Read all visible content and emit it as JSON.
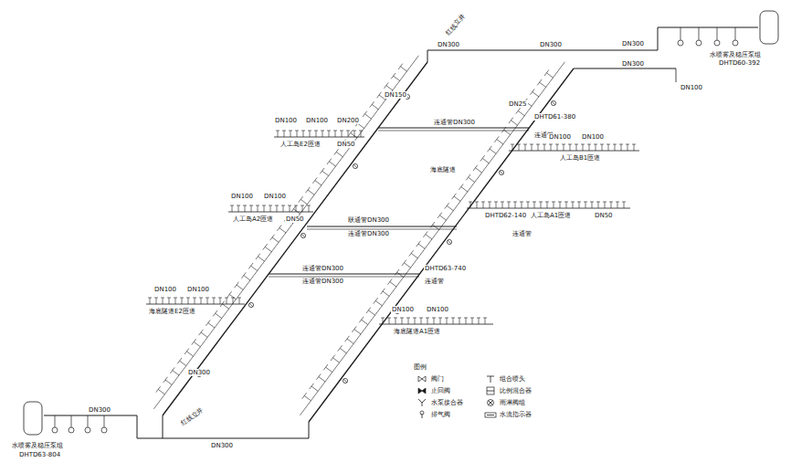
{
  "diagram": {
    "labels": [
      "DN300",
      "红线立井",
      "DN300",
      "DN300",
      "DN300",
      "水喷雾及稳压泵组",
      "DHTD60-392",
      "DN100",
      "DN100",
      "DN100",
      "DN200",
      "人工岛E2匝道",
      "DN50",
      "连通管DN300",
      "DHTD61-380",
      "连通管",
      "DN100",
      "DN100",
      "人工岛B1匝道",
      "海底隧道",
      "DN100",
      "DN100",
      "人工岛A2匝道",
      "DN50",
      "联通管DN300",
      "连通管DN300",
      "DHTD62-140",
      "人工岛A1匝道",
      "DN50",
      "连通管",
      "连通管DN300",
      "连通管DN300",
      "DHTD63-740",
      "连通管",
      "DN100",
      "DN100",
      "海底隧道E2匝道",
      "DN100",
      "DN100",
      "海底隧道A1匝道",
      "DN300",
      "红线立井",
      "DN300",
      "DN300",
      "水喷雾及稳压泵组",
      "DHTD63-804",
      "图例",
      "DN150",
      "DN25"
    ],
    "legend": [
      {
        "text": "阀门"
      },
      {
        "text": "止回阀"
      },
      {
        "text": "水泵接合器"
      },
      {
        "text": "排气阀"
      },
      {
        "text": "组合喷头"
      },
      {
        "text": "比例混合器"
      },
      {
        "text": "雨淋阀组"
      },
      {
        "text": "水流指示器"
      }
    ]
  }
}
